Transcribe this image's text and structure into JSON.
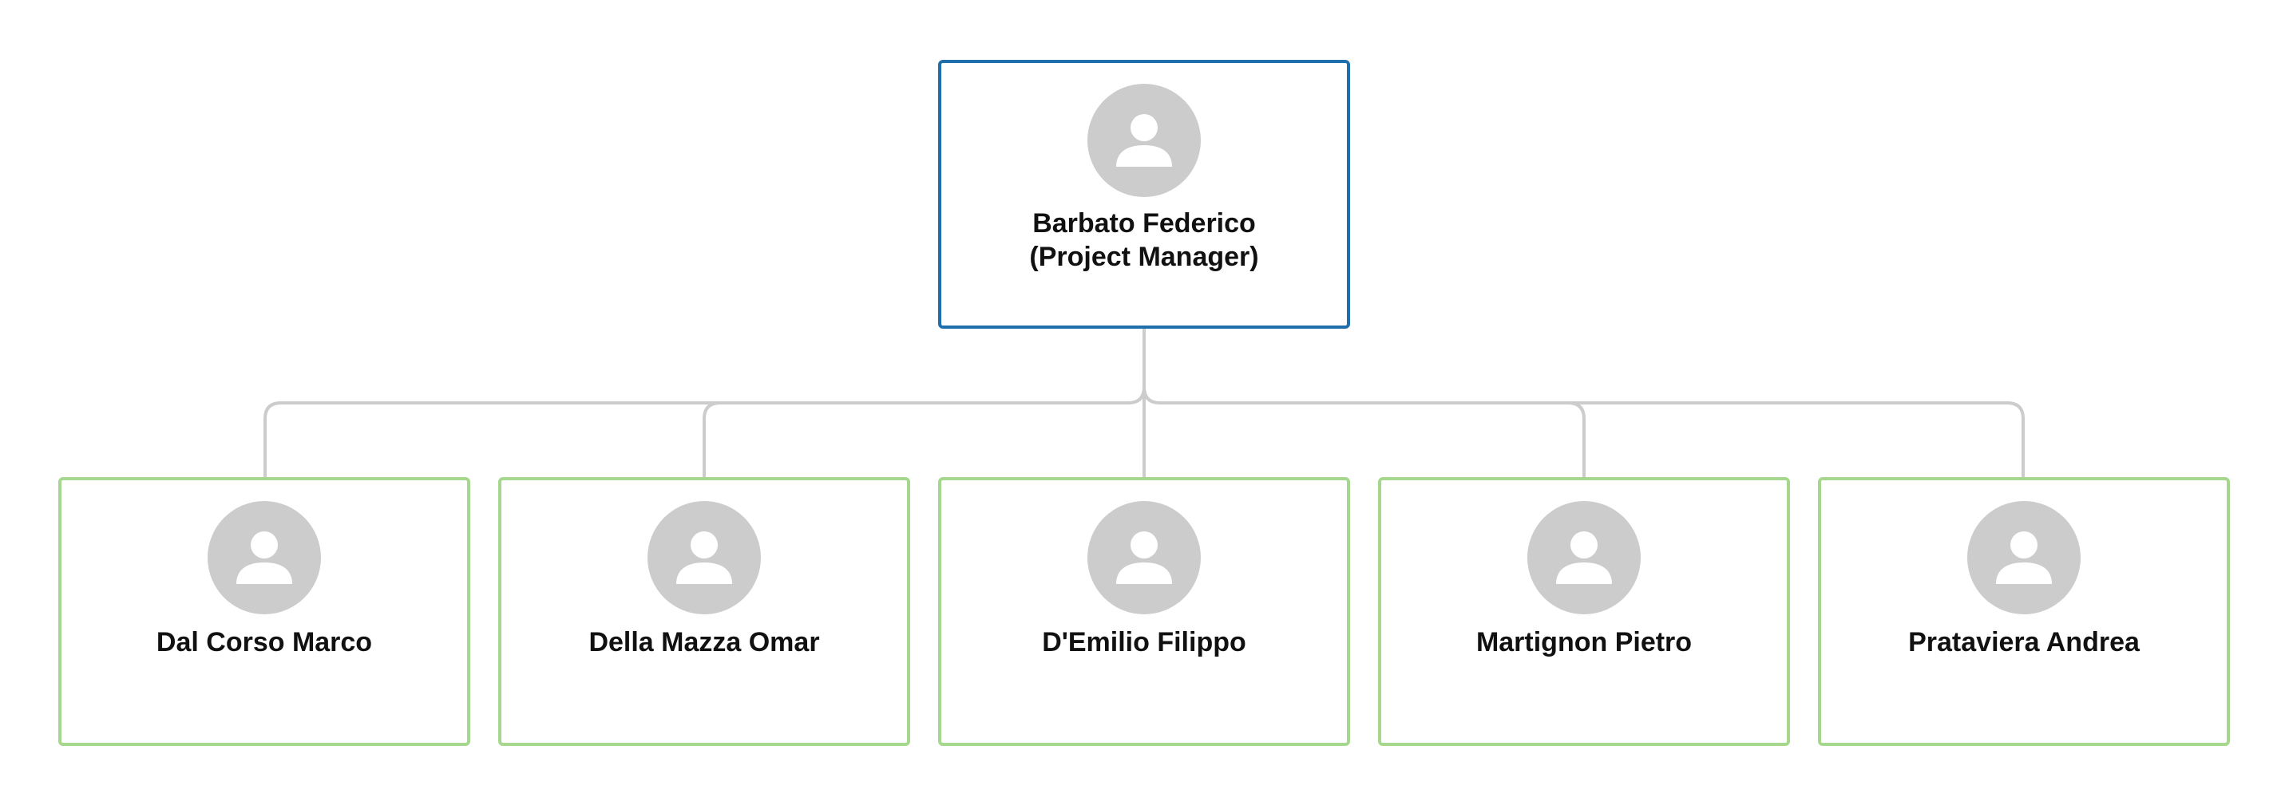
{
  "colors": {
    "manager_border": "#1f6fad",
    "member_border": "#a5d88c",
    "connector": "#cccccc",
    "avatar_bg": "#cccccc",
    "avatar_icon": "#ffffff"
  },
  "manager": {
    "name": "Barbato Federico",
    "role": "(Project Manager)",
    "icon": "person-icon"
  },
  "members": [
    {
      "name": "Dal Corso Marco",
      "icon": "person-icon"
    },
    {
      "name": "Della Mazza Omar",
      "icon": "person-icon"
    },
    {
      "name": "D'Emilio Filippo",
      "icon": "person-icon"
    },
    {
      "name": "Martignon Pietro",
      "icon": "person-icon"
    },
    {
      "name": "Prataviera Andrea",
      "icon": "person-icon"
    }
  ]
}
